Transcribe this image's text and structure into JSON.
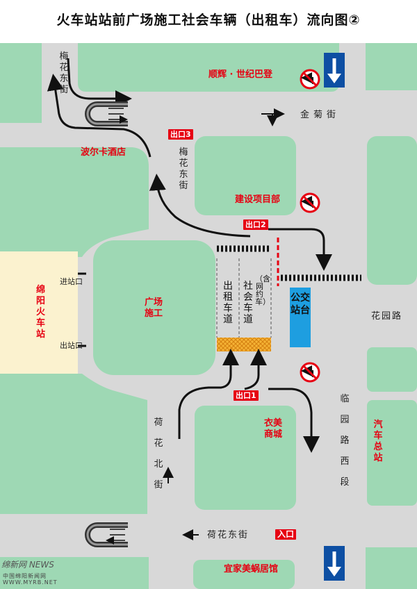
{
  "title": "火车站站前广场施工社会车辆（出租车）流向图②",
  "blocks": {
    "shunhui": "顺辉 · 世纪巴登",
    "bolka": "波尔卡酒店",
    "jianshe": "建设项目部",
    "guangchang": "广场施工",
    "station": "绵阳火车站",
    "yimei": "衣美商城",
    "qiche": "汽车总站",
    "yijia": "宜家美蜗居馆"
  },
  "streets": {
    "meihua_top": "梅花东街",
    "meihua_mid": "梅花东街",
    "jinju": "金菊街",
    "huayuan": "花园路",
    "linyuan": "临园路西段",
    "hehua_bei": "荷花北街",
    "hehua_dong": "荷花东街"
  },
  "gates": {
    "entry_station": "进站口",
    "exit_station": "出站口"
  },
  "exits": {
    "exit3": "出口3",
    "exit2": "出口2",
    "exit1": "出口1",
    "entrance": "入口"
  },
  "lanes": {
    "taxi": "出租车道",
    "social": "社会车道",
    "social_note": "（含网约车）"
  },
  "bus_stop": "公交站台",
  "watermark": {
    "logo": "绵新网 NEWS",
    "site": "中国绵阳新闻网",
    "url": "WWW.MYRB.NET"
  },
  "colors": {
    "block_green": "#9ed8b4",
    "station_yellow": "#fbf2cf",
    "road_gray": "#d8d8d8",
    "label_red": "#e60012",
    "arrow_black": "#111111",
    "oneway_blue": "#0d4fa3",
    "bus_stop_blue": "#1e9ee0",
    "hatch_orange": "#f5b335"
  },
  "icons": [
    "no-left-turn-icon",
    "one-way-down-icon",
    "u-turn-icon"
  ]
}
